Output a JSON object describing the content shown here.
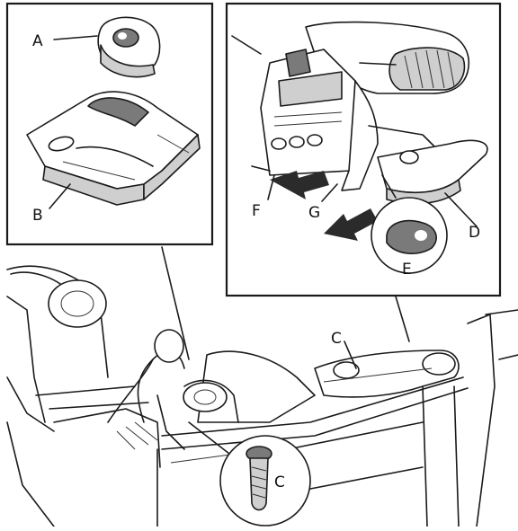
{
  "labels": {
    "A": "A",
    "B": "B",
    "C_car": "C",
    "C_circle": "C",
    "D": "D",
    "E": "E",
    "F": "F",
    "G": "G"
  }
}
